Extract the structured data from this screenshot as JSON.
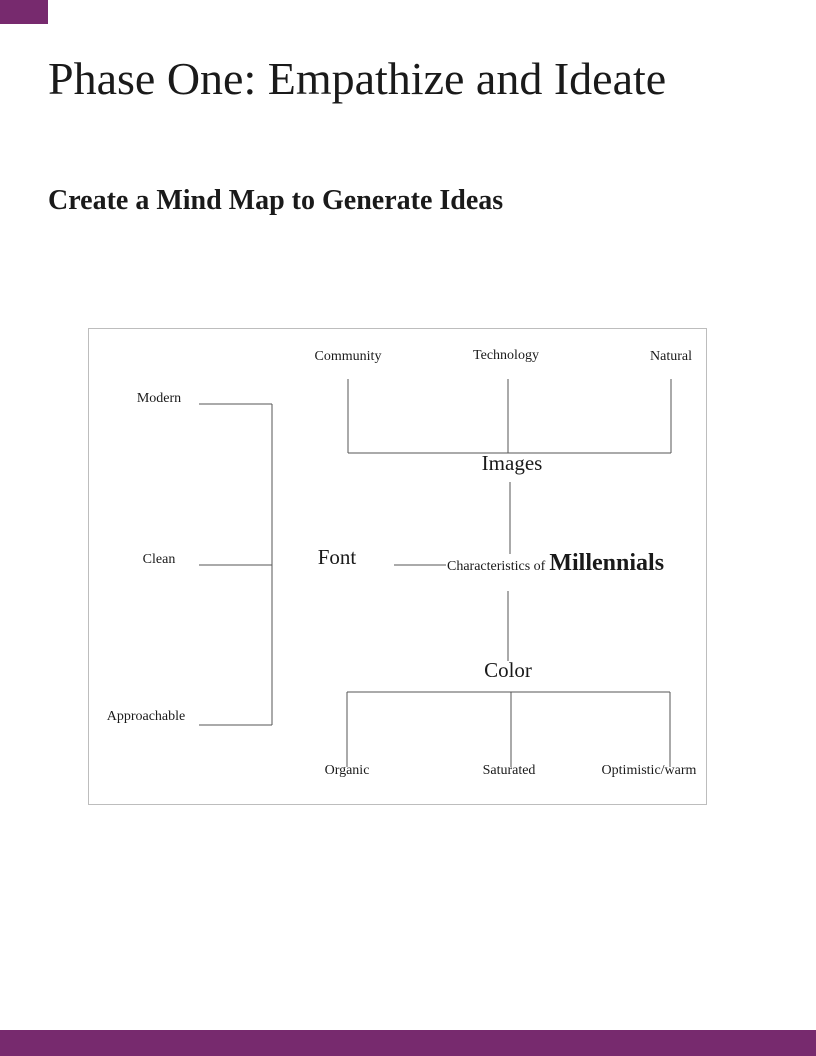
{
  "page": {
    "title": "Phase One: Empathize and Ideate",
    "subtitle": "Create a Mind Map to Generate Ideas",
    "accent_color": "#772a6e"
  },
  "mindmap": {
    "center": {
      "prefix": "Characteristics of",
      "emphasis": "Millennials"
    },
    "font_branch": {
      "label": "Font",
      "children": [
        "Modern",
        "Clean",
        "Approachable"
      ]
    },
    "images_branch": {
      "label": "Images",
      "children": [
        "Community",
        "Technology",
        "Natural"
      ]
    },
    "color_branch": {
      "label": "Color",
      "children": [
        "Organic",
        "Saturated",
        "Optimistic/warm"
      ]
    }
  }
}
